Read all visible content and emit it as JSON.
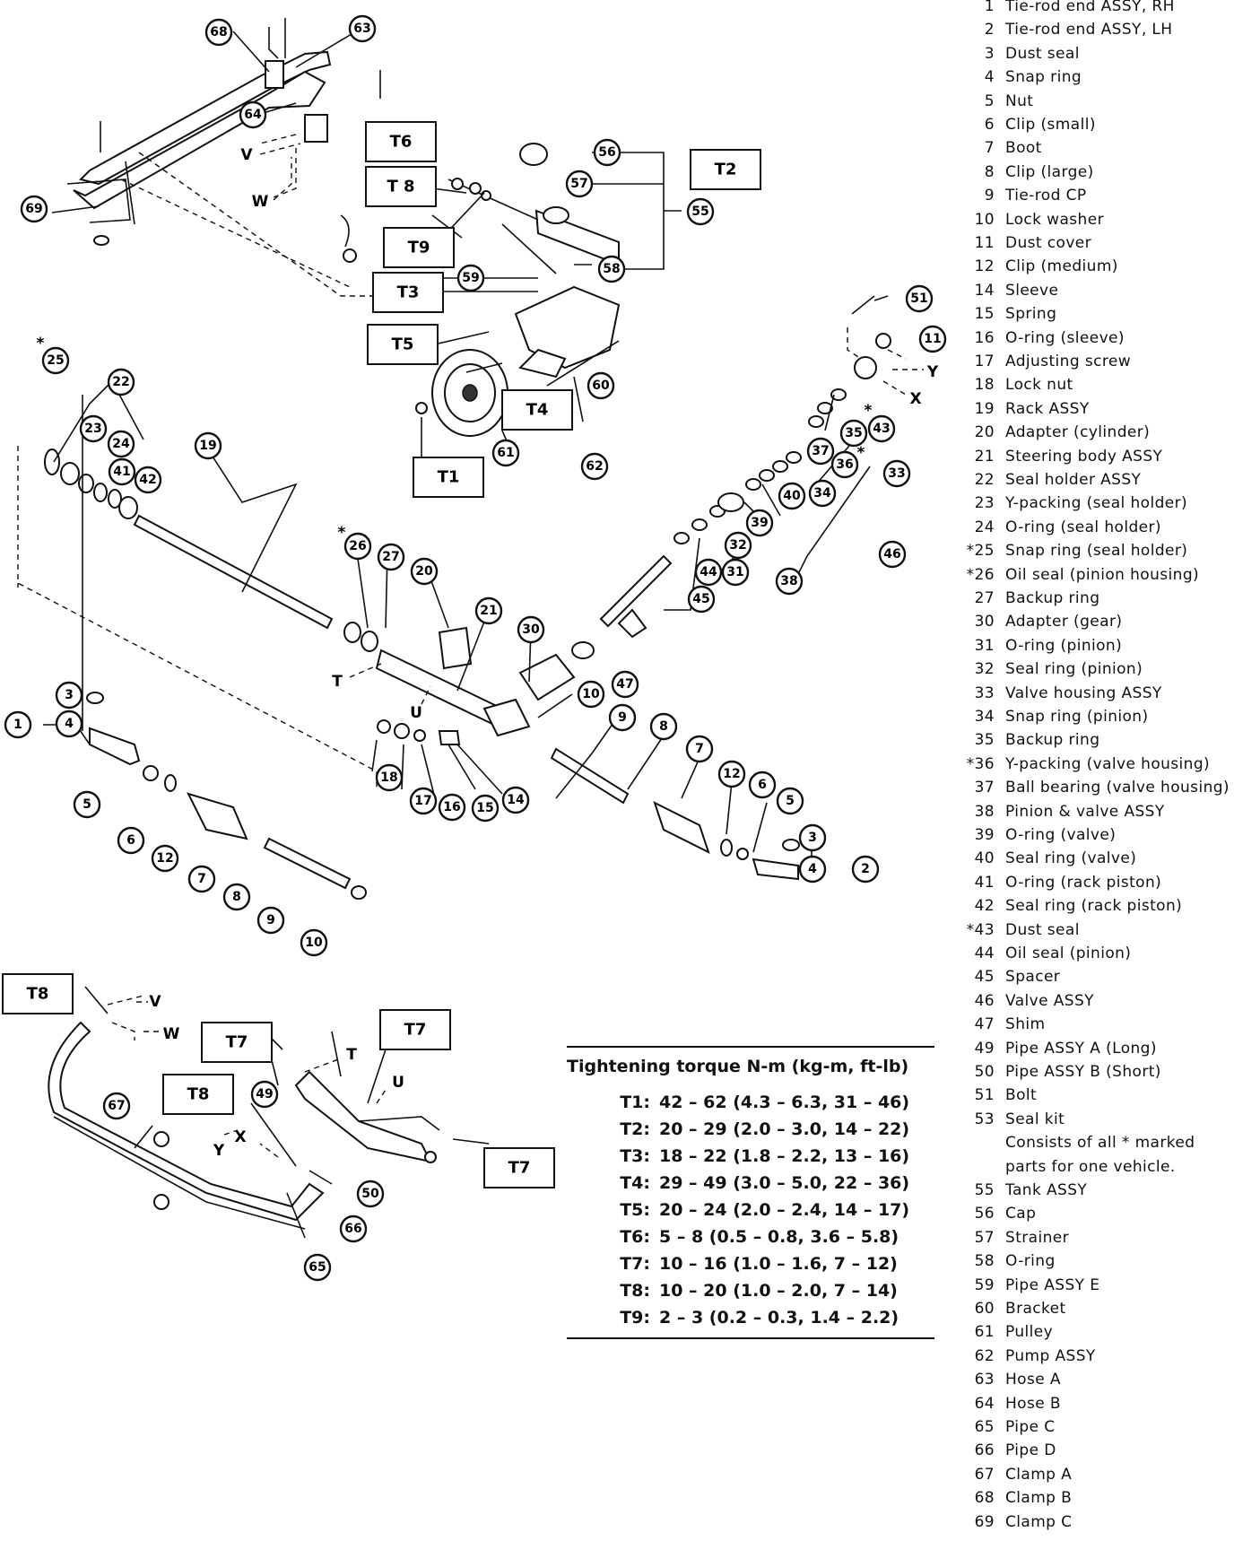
{
  "callouts": [
    {
      "id": "c68",
      "label": "68"
    },
    {
      "id": "c63",
      "label": "63"
    },
    {
      "id": "c64",
      "label": "64"
    },
    {
      "id": "c69",
      "label": "69"
    },
    {
      "id": "c56",
      "label": "56"
    },
    {
      "id": "c57",
      "label": "57"
    },
    {
      "id": "c55",
      "label": "55"
    },
    {
      "id": "c58",
      "label": "58"
    },
    {
      "id": "c59",
      "label": "59"
    },
    {
      "id": "c60",
      "label": "60"
    },
    {
      "id": "c61",
      "label": "61"
    },
    {
      "id": "c62",
      "label": "62"
    },
    {
      "id": "c51",
      "label": "51"
    },
    {
      "id": "c11",
      "label": "11"
    },
    {
      "id": "c43",
      "label": "43"
    },
    {
      "id": "c35",
      "label": "35"
    },
    {
      "id": "c37",
      "label": "37"
    },
    {
      "id": "c36",
      "label": "36"
    },
    {
      "id": "c33",
      "label": "33"
    },
    {
      "id": "c34",
      "label": "34"
    },
    {
      "id": "c40",
      "label": "40"
    },
    {
      "id": "c39",
      "label": "39"
    },
    {
      "id": "c46",
      "label": "46"
    },
    {
      "id": "c32",
      "label": "32"
    },
    {
      "id": "c31",
      "label": "31"
    },
    {
      "id": "c44",
      "label": "44"
    },
    {
      "id": "c38",
      "label": "38"
    },
    {
      "id": "c45",
      "label": "45"
    },
    {
      "id": "c25",
      "label": "25"
    },
    {
      "id": "c22",
      "label": "22"
    },
    {
      "id": "c23",
      "label": "23"
    },
    {
      "id": "c24",
      "label": "24"
    },
    {
      "id": "c41",
      "label": "41"
    },
    {
      "id": "c42",
      "label": "42"
    },
    {
      "id": "c19",
      "label": "19"
    },
    {
      "id": "c26",
      "label": "26"
    },
    {
      "id": "c27",
      "label": "27"
    },
    {
      "id": "c20",
      "label": "20"
    },
    {
      "id": "c21",
      "label": "21"
    },
    {
      "id": "c30",
      "label": "30"
    },
    {
      "id": "c47",
      "label": "47"
    },
    {
      "id": "c10a",
      "label": "10"
    },
    {
      "id": "c9a",
      "label": "9"
    },
    {
      "id": "c8a",
      "label": "8"
    },
    {
      "id": "c7a",
      "label": "7"
    },
    {
      "id": "c12a",
      "label": "12"
    },
    {
      "id": "c6a",
      "label": "6"
    },
    {
      "id": "c5a",
      "label": "5"
    },
    {
      "id": "c3a",
      "label": "3"
    },
    {
      "id": "c4a",
      "label": "4"
    },
    {
      "id": "c2",
      "label": "2"
    },
    {
      "id": "c3b",
      "label": "3"
    },
    {
      "id": "c4b",
      "label": "4"
    },
    {
      "id": "c1",
      "label": "1"
    },
    {
      "id": "c5b",
      "label": "5"
    },
    {
      "id": "c6b",
      "label": "6"
    },
    {
      "id": "c12b",
      "label": "12"
    },
    {
      "id": "c7b",
      "label": "7"
    },
    {
      "id": "c8b",
      "label": "8"
    },
    {
      "id": "c9b",
      "label": "9"
    },
    {
      "id": "c10b",
      "label": "10"
    },
    {
      "id": "c18",
      "label": "18"
    },
    {
      "id": "c17",
      "label": "17"
    },
    {
      "id": "c16",
      "label": "16"
    },
    {
      "id": "c15",
      "label": "15"
    },
    {
      "id": "c14",
      "label": "14"
    },
    {
      "id": "c67",
      "label": "67"
    },
    {
      "id": "c49",
      "label": "49"
    },
    {
      "id": "c50",
      "label": "50"
    },
    {
      "id": "c66",
      "label": "66"
    },
    {
      "id": "c65",
      "label": "65"
    }
  ],
  "torque_boxes": [
    {
      "id": "tb6",
      "label": "T6"
    },
    {
      "id": "tb8a",
      "label": "T 8"
    },
    {
      "id": "tb2",
      "label": "T2"
    },
    {
      "id": "tb9",
      "label": "T9"
    },
    {
      "id": "tb3",
      "label": "T3"
    },
    {
      "id": "tb5",
      "label": "T5"
    },
    {
      "id": "tb4",
      "label": "T4"
    },
    {
      "id": "tb1",
      "label": "T1"
    },
    {
      "id": "tb8b",
      "label": "T8"
    },
    {
      "id": "tb7a",
      "label": "T7"
    },
    {
      "id": "tb7b",
      "label": "T7"
    },
    {
      "id": "tb8c",
      "label": "T8"
    },
    {
      "id": "tb7c",
      "label": "T7"
    }
  ],
  "direction_letters": [
    {
      "id": "dV1",
      "label": "V"
    },
    {
      "id": "dW1",
      "label": "W"
    },
    {
      "id": "dY1",
      "label": "Y"
    },
    {
      "id": "dX1",
      "label": "X"
    },
    {
      "id": "dT1",
      "label": "T"
    },
    {
      "id": "dU1",
      "label": "U"
    },
    {
      "id": "dV2",
      "label": "V"
    },
    {
      "id": "dW2",
      "label": "W"
    },
    {
      "id": "dT2",
      "label": "T"
    },
    {
      "id": "dU2",
      "label": "U"
    },
    {
      "id": "dX2",
      "label": "X"
    },
    {
      "id": "dY2",
      "label": "Y"
    }
  ],
  "asterisks": [
    {
      "id": "a25",
      "label": "*"
    },
    {
      "id": "a26",
      "label": "*"
    },
    {
      "id": "a43",
      "label": "*"
    },
    {
      "id": "a36",
      "label": "*"
    }
  ],
  "torque_table": {
    "title": "Tightening torque  N-m (kg-m, ft-lb)",
    "rows": [
      {
        "key": "T1:",
        "value": "42 – 62 (4.3 – 6.3, 31 – 46)"
      },
      {
        "key": "T2:",
        "value": "20 – 29 (2.0 – 3.0, 14 – 22)"
      },
      {
        "key": "T3:",
        "value": "18 – 22 (1.8 – 2.2, 13 – 16)"
      },
      {
        "key": "T4:",
        "value": "29 – 49 (3.0 – 5.0, 22 – 36)"
      },
      {
        "key": "T5:",
        "value": "20 – 24 (2.0 – 2.4, 14 – 17)"
      },
      {
        "key": "T6:",
        "value": "5 – 8 (0.5 – 0.8, 3.6 – 5.8)"
      },
      {
        "key": "T7:",
        "value": "10 – 16 (1.0 – 1.6, 7 – 12)"
      },
      {
        "key": "T8:",
        "value": "10 – 20 (1.0 – 2.0, 7 – 14)"
      },
      {
        "key": "T9:",
        "value": "2 – 3 (0.2 – 0.3, 1.4 – 2.2)"
      }
    ]
  },
  "legend": [
    {
      "no": "1",
      "name": "Tie-rod end ASSY, RH"
    },
    {
      "no": "2",
      "name": "Tie-rod end ASSY, LH"
    },
    {
      "no": "3",
      "name": "Dust seal"
    },
    {
      "no": "4",
      "name": "Snap ring"
    },
    {
      "no": "5",
      "name": "Nut"
    },
    {
      "no": "6",
      "name": "Clip (small)"
    },
    {
      "no": "7",
      "name": "Boot"
    },
    {
      "no": "8",
      "name": "Clip (large)"
    },
    {
      "no": "9",
      "name": "Tie-rod CP"
    },
    {
      "no": "10",
      "name": "Lock washer"
    },
    {
      "no": "11",
      "name": "Dust cover"
    },
    {
      "no": "12",
      "name": "Clip (medium)"
    },
    {
      "no": "14",
      "name": "Sleeve"
    },
    {
      "no": "15",
      "name": "Spring"
    },
    {
      "no": "16",
      "name": "O-ring (sleeve)"
    },
    {
      "no": "17",
      "name": "Adjusting screw"
    },
    {
      "no": "18",
      "name": "Lock nut"
    },
    {
      "no": "19",
      "name": "Rack ASSY"
    },
    {
      "no": "20",
      "name": "Adapter (cylinder)"
    },
    {
      "no": "21",
      "name": "Steering body ASSY"
    },
    {
      "no": "22",
      "name": "Seal holder ASSY"
    },
    {
      "no": "23",
      "name": "Y-packing (seal holder)"
    },
    {
      "no": "24",
      "name": "O-ring (seal holder)"
    },
    {
      "no": "*25",
      "name": "Snap ring (seal holder)"
    },
    {
      "no": "*26",
      "name": "Oil seal (pinion housing)"
    },
    {
      "no": "27",
      "name": "Backup ring"
    },
    {
      "no": "30",
      "name": "Adapter (gear)"
    },
    {
      "no": "31",
      "name": "O-ring (pinion)"
    },
    {
      "no": "32",
      "name": "Seal ring (pinion)"
    },
    {
      "no": "33",
      "name": "Valve housing ASSY"
    },
    {
      "no": "34",
      "name": "Snap ring (pinion)"
    },
    {
      "no": "35",
      "name": "Backup ring"
    },
    {
      "no": "*36",
      "name": "Y-packing (valve housing)"
    },
    {
      "no": "37",
      "name": "Ball bearing (valve housing)"
    },
    {
      "no": "38",
      "name": "Pinion & valve ASSY"
    },
    {
      "no": "39",
      "name": "O-ring (valve)"
    },
    {
      "no": "40",
      "name": "Seal ring (valve)"
    },
    {
      "no": "41",
      "name": "O-ring (rack piston)"
    },
    {
      "no": "42",
      "name": "Seal ring (rack piston)"
    },
    {
      "no": "*43",
      "name": "Dust seal"
    },
    {
      "no": "44",
      "name": "Oil seal (pinion)"
    },
    {
      "no": "45",
      "name": "Spacer"
    },
    {
      "no": "46",
      "name": "Valve ASSY"
    },
    {
      "no": "47",
      "name": "Shim"
    },
    {
      "no": "49",
      "name": "Pipe ASSY A (Long)"
    },
    {
      "no": "50",
      "name": "Pipe ASSY B (Short)"
    },
    {
      "no": "51",
      "name": "Bolt"
    },
    {
      "no": "53",
      "name": "Seal kit"
    },
    {
      "no": "",
      "name": "Consists of all * marked"
    },
    {
      "no": "",
      "name": " parts for one vehicle."
    },
    {
      "no": "55",
      "name": "Tank ASSY"
    },
    {
      "no": "56",
      "name": "Cap"
    },
    {
      "no": "57",
      "name": "Strainer"
    },
    {
      "no": "58",
      "name": "O-ring"
    },
    {
      "no": "59",
      "name": "Pipe ASSY E"
    },
    {
      "no": "60",
      "name": "Bracket"
    },
    {
      "no": "61",
      "name": "Pulley"
    },
    {
      "no": "62",
      "name": "Pump ASSY"
    },
    {
      "no": "63",
      "name": "Hose A"
    },
    {
      "no": "64",
      "name": "Hose B"
    },
    {
      "no": "65",
      "name": "Pipe C"
    },
    {
      "no": "66",
      "name": "Pipe D"
    },
    {
      "no": "67",
      "name": "Clamp A"
    },
    {
      "no": "68",
      "name": "Clamp B"
    },
    {
      "no": "69",
      "name": "Clamp C"
    }
  ]
}
